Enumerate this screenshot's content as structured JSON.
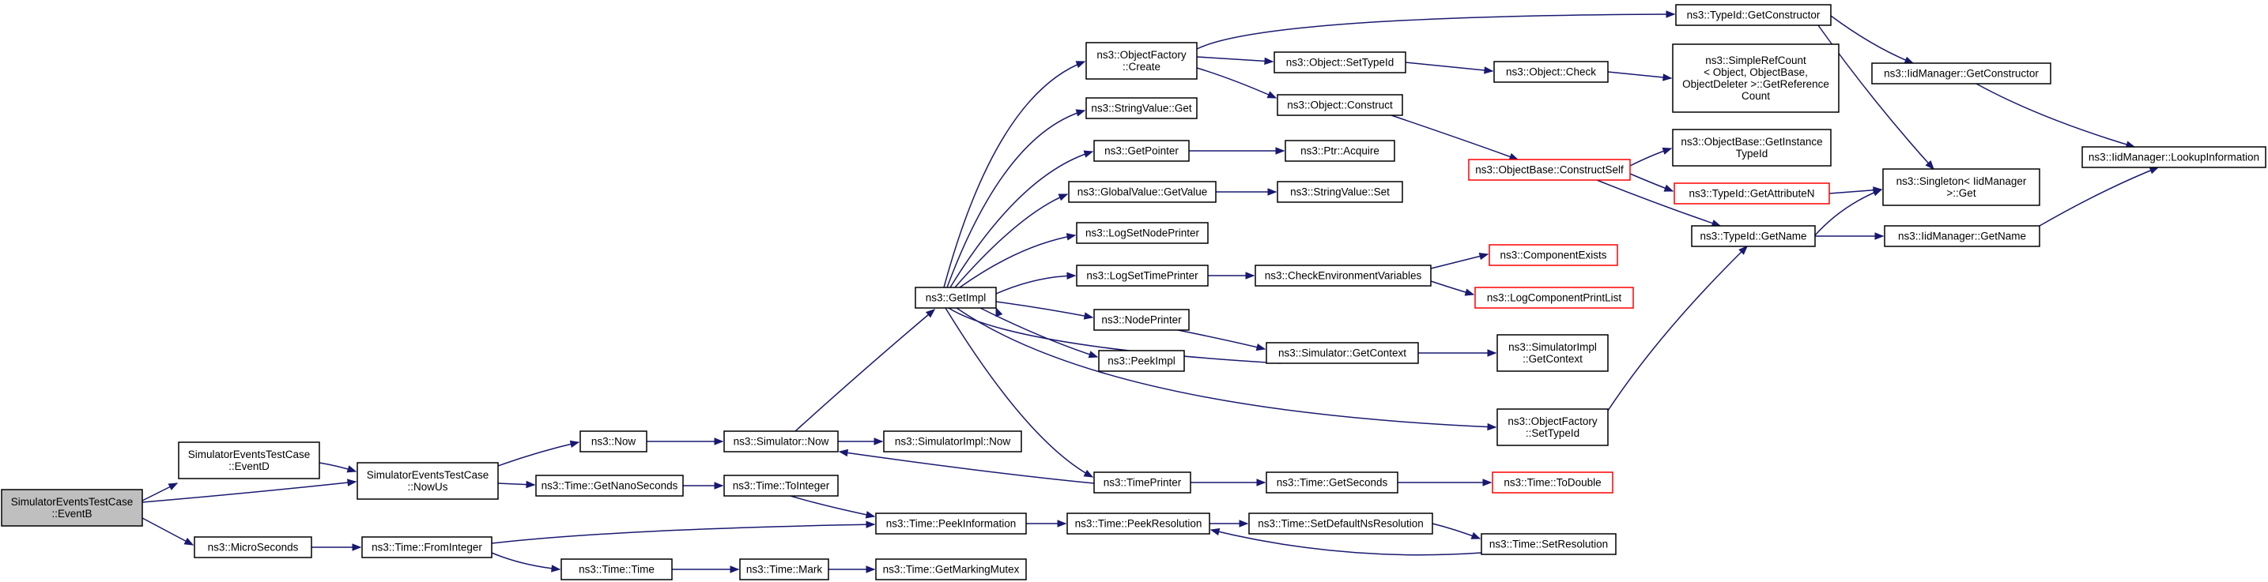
{
  "colors": {
    "edge": "#191970",
    "node_border": "#000000",
    "root_fill": "#bfbfbf",
    "truncated_border": "#ff0000"
  },
  "nodes": [
    {
      "id": "eventb",
      "lines": [
        "SimulatorEventsTestCase",
        "::EventB"
      ],
      "style": "root"
    },
    {
      "id": "eventd",
      "lines": [
        "SimulatorEventsTestCase",
        "::EventD"
      ]
    },
    {
      "id": "nowus",
      "lines": [
        "SimulatorEventsTestCase",
        "::NowUs"
      ]
    },
    {
      "id": "microseconds",
      "lines": [
        "ns3::MicroSeconds"
      ]
    },
    {
      "id": "now",
      "lines": [
        "ns3::Now"
      ]
    },
    {
      "id": "getnanoseconds",
      "lines": [
        "ns3::Time::GetNanoSeconds"
      ]
    },
    {
      "id": "frominteger",
      "lines": [
        "ns3::Time::FromInteger"
      ]
    },
    {
      "id": "timetime",
      "lines": [
        "ns3::Time::Time"
      ]
    },
    {
      "id": "simnow",
      "lines": [
        "ns3::Simulator::Now"
      ]
    },
    {
      "id": "tointeger",
      "lines": [
        "ns3::Time::ToInteger"
      ]
    },
    {
      "id": "mark",
      "lines": [
        "ns3::Time::Mark"
      ]
    },
    {
      "id": "getmarkingmutex",
      "lines": [
        "ns3::Time::GetMarkingMutex"
      ]
    },
    {
      "id": "implnow",
      "lines": [
        "ns3::SimulatorImpl::Now"
      ]
    },
    {
      "id": "peekinformation",
      "lines": [
        "ns3::Time::PeekInformation"
      ]
    },
    {
      "id": "getimpl",
      "lines": [
        "ns3::GetImpl"
      ]
    },
    {
      "id": "factorycreate",
      "lines": [
        "ns3::ObjectFactory",
        "::Create"
      ]
    },
    {
      "id": "stringvalueget",
      "lines": [
        "ns3::StringValue::Get"
      ]
    },
    {
      "id": "getpointer",
      "lines": [
        "ns3::GetPointer"
      ]
    },
    {
      "id": "globalvalue",
      "lines": [
        "ns3::GlobalValue::GetValue"
      ]
    },
    {
      "id": "lognodeprinter",
      "lines": [
        "ns3::LogSetNodePrinter"
      ]
    },
    {
      "id": "logtimeprinter",
      "lines": [
        "ns3::LogSetTimePrinter"
      ]
    },
    {
      "id": "nodeprinter",
      "lines": [
        "ns3::NodePrinter"
      ]
    },
    {
      "id": "peekimpl",
      "lines": [
        "ns3::PeekImpl"
      ]
    },
    {
      "id": "timeprinter",
      "lines": [
        "ns3::TimePrinter"
      ]
    },
    {
      "id": "peekresolution",
      "lines": [
        "ns3::Time::PeekResolution"
      ]
    },
    {
      "id": "settypeid",
      "lines": [
        "ns3::Object::SetTypeId"
      ]
    },
    {
      "id": "objconstruct",
      "lines": [
        "ns3::Object::Construct"
      ]
    },
    {
      "id": "ptracquire",
      "lines": [
        "ns3::Ptr::Acquire"
      ]
    },
    {
      "id": "stringvalueset",
      "lines": [
        "ns3::StringValue::Set"
      ]
    },
    {
      "id": "checkenv",
      "lines": [
        "ns3::CheckEnvironmentVariables"
      ]
    },
    {
      "id": "simgetcontext",
      "lines": [
        "ns3::Simulator::GetContext"
      ]
    },
    {
      "id": "getseconds",
      "lines": [
        "ns3::Time::GetSeconds"
      ]
    },
    {
      "id": "setdefaultns",
      "lines": [
        "ns3::Time::SetDefaultNsResolution"
      ]
    },
    {
      "id": "gettypeidcons",
      "lines": [
        "ns3::TypeId::GetConstructor"
      ]
    },
    {
      "id": "objcheck",
      "lines": [
        "ns3::Object::Check"
      ]
    },
    {
      "id": "constructself",
      "lines": [
        "ns3::ObjectBase::ConstructSelf"
      ],
      "style": "red"
    },
    {
      "id": "componentexists",
      "lines": [
        "ns3::ComponentExists"
      ],
      "style": "red"
    },
    {
      "id": "logcomponentprint",
      "lines": [
        "ns3::LogComponentPrintList"
      ],
      "style": "red"
    },
    {
      "id": "implgetcontext",
      "lines": [
        "ns3::SimulatorImpl",
        "::GetContext"
      ]
    },
    {
      "id": "factorysettypeid",
      "lines": [
        "ns3::ObjectFactory",
        "::SetTypeId"
      ]
    },
    {
      "id": "todouble",
      "lines": [
        "ns3::Time::ToDouble"
      ],
      "style": "red"
    },
    {
      "id": "setresolution",
      "lines": [
        "ns3::Time::SetResolution"
      ]
    },
    {
      "id": "simplerefcount",
      "lines": [
        "ns3::SimpleRefCount",
        "< Object, ObjectBase,",
        " ObjectDeleter >::GetReference",
        "Count"
      ]
    },
    {
      "id": "getinstancetypeid",
      "lines": [
        "ns3::ObjectBase::GetInstance",
        "TypeId"
      ]
    },
    {
      "id": "getattributen",
      "lines": [
        "ns3::TypeId::GetAttributeN"
      ],
      "style": "red"
    },
    {
      "id": "typeidgetname",
      "lines": [
        "ns3::TypeId::GetName"
      ]
    },
    {
      "id": "iidgetconstructor",
      "lines": [
        "ns3::IidManager::GetConstructor"
      ]
    },
    {
      "id": "singletonget",
      "lines": [
        "ns3::Singleton< IidManager",
        " >::Get"
      ]
    },
    {
      "id": "iidgetname",
      "lines": [
        "ns3::IidManager::GetName"
      ]
    },
    {
      "id": "lookupinfo",
      "lines": [
        "ns3::IidManager::LookupInformation"
      ]
    }
  ]
}
